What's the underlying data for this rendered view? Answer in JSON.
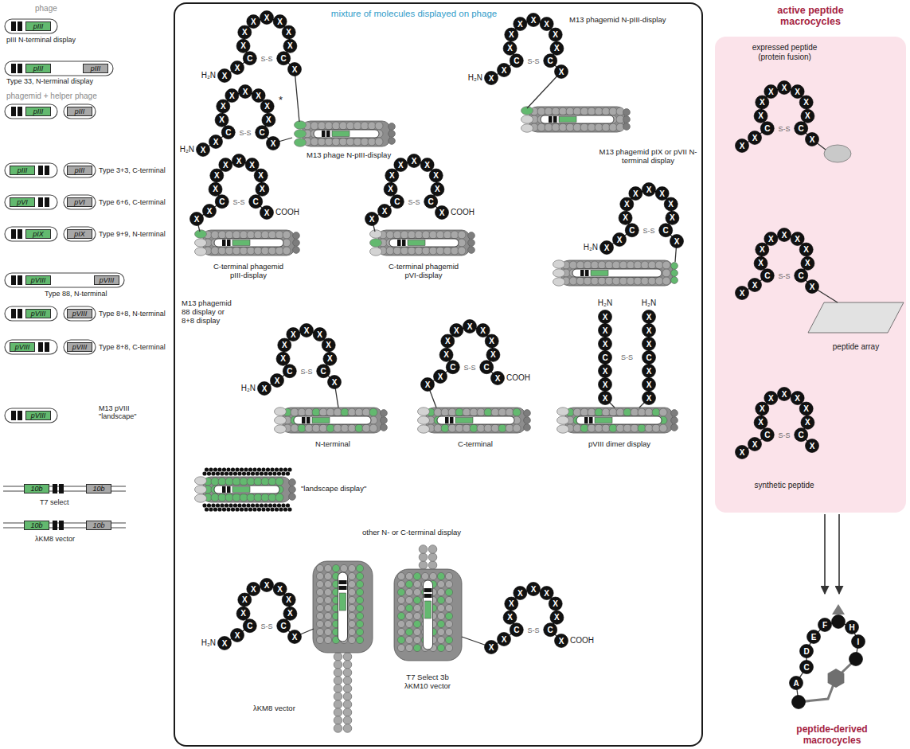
{
  "diagram": {
    "nodes": [
      {
        "text": [
          "pIII"
        ]
      },
      {
        "text": [
          "pIII"
        ]
      },
      {
        "text": [
          "pIII"
        ]
      },
      {
        "text": [
          "pIII"
        ]
      },
      {
        "text": [
          "pIII"
        ]
      },
      {
        "text": [
          "pIII"
        ]
      },
      {
        "text": [
          "pIII"
        ]
      },
      {
        "text": [
          "pVI"
        ]
      },
      {
        "text": [
          "pVI"
        ]
      },
      {
        "text": [
          "pIX"
        ]
      },
      {
        "text": [
          "pIX"
        ]
      },
      {
        "text": [
          "pVIII"
        ]
      },
      {
        "text": [
          "pVIII"
        ]
      },
      {
        "text": [
          "pVIII"
        ]
      },
      {
        "text": [
          "pVIII"
        ]
      },
      {
        "text": [
          "pVIII"
        ]
      },
      {
        "text": [
          "pVIII"
        ]
      },
      {
        "text": [
          "pVIII"
        ]
      },
      {
        "text": [
          "10b"
        ]
      },
      {
        "text": [
          "10b"
        ]
      },
      {
        "text": [
          "10b"
        ]
      },
      {
        "text": [
          "10b"
        ]
      },
      {
        "text": [
          "mixture of molecules displayed on phage"
        ]
      },
      {
        "text": [
          "active peptide macrocycles",
          "expressed peptide (protein fusion)",
          "peptide array",
          "synthetic peptide"
        ]
      },
      {
        "text": [
          "peptide-derived macrocycles"
        ]
      }
    ],
    "edges": [
      {
        "from": 23,
        "to": 24,
        "arrow": "to"
      },
      {
        "from": 23,
        "to": 24,
        "arrow": "to"
      }
    ],
    "labels": [
      "phage",
      "pIII N-terminal display",
      "Type 33, N-terminal display",
      "phagemid + helper phage",
      "Type 3+3, C-terminal",
      "Type 6+6, C-terminal",
      "Type 9+9, N-terminal",
      "Type 88, N-terminal",
      "Type 8+8, N-terminal",
      "Type 8+8, C-terminal",
      "M13 pVIII \"landscape\"",
      "T7 select",
      "λKM8 vector",
      "M13 phage N-pIII-display",
      "*",
      "M13 phagemid N-pIII-display",
      "M13 phagemid pIX or pVII N-terminal display",
      "C-terminal phagemid pIII-display",
      "C-terminal phagemid pVI-display",
      "M13 phagemid 88 display or 8+8 display",
      "N-terminal",
      "C-terminal",
      "pVIII dimer display",
      "\"landscape display\"",
      "other N- or C-terminal display",
      "λKM8 vector",
      "T7 Select 3b λKM10 vector",
      "H₂N",
      "X",
      "X",
      "C",
      "X",
      "X",
      "X",
      "X",
      "X",
      "X",
      "X",
      "C",
      "X",
      "S-S",
      "H₂N",
      "X",
      "X",
      "C",
      "X",
      "X",
      "X",
      "X",
      "X",
      "X",
      "X",
      "C",
      "X",
      "S-S",
      "H₂N",
      "X",
      "X",
      "C",
      "X",
      "X",
      "X",
      "X",
      "X",
      "X",
      "X",
      "C",
      "X",
      "S-S",
      "X",
      "X",
      "C",
      "X",
      "X",
      "X",
      "X",
      "X",
      "X",
      "X",
      "C",
      "X",
      "S-S",
      "COOH",
      "X",
      "X",
      "C",
      "X",
      "X",
      "X",
      "X",
      "X",
      "X",
      "X",
      "C",
      "X",
      "S-S",
      "COOH",
      "H₂N",
      "X",
      "X",
      "C",
      "X",
      "X",
      "X",
      "X",
      "X",
      "X",
      "X",
      "C",
      "X",
      "S-S",
      "H₂N",
      "X",
      "X",
      "C",
      "X",
      "X",
      "X",
      "X",
      "X",
      "X",
      "X",
      "C",
      "X",
      "S-S",
      "X",
      "X",
      "C",
      "X",
      "X",
      "X",
      "X",
      "X",
      "X",
      "X",
      "C",
      "X",
      "S-S",
      "COOH",
      "H₂N",
      "H₂N",
      "X",
      "X",
      "X",
      "C",
      "X",
      "X",
      "X",
      "X",
      "X",
      "X",
      "C",
      "X",
      "X",
      "X",
      "S-S",
      "H₂N",
      "X",
      "X",
      "C",
      "X",
      "X",
      "X",
      "X",
      "X",
      "X",
      "X",
      "C",
      "X",
      "S-S",
      "X",
      "X",
      "C",
      "X",
      "X",
      "X",
      "X",
      "X",
      "X",
      "X",
      "C",
      "X",
      "S-S",
      "COOH",
      "X",
      "X",
      "C",
      "X",
      "X",
      "X",
      "X",
      "X",
      "X",
      "X",
      "C",
      "X",
      "S-S",
      "X",
      "X",
      "C",
      "X",
      "X",
      "X",
      "X",
      "X",
      "X",
      "X",
      "C",
      "X",
      "S-S",
      "X",
      "X",
      "C",
      "X",
      "X",
      "X",
      "X",
      "X",
      "X",
      "X",
      "C",
      "X",
      "S-S",
      "A",
      "C",
      "D",
      "E",
      "F",
      "H",
      "I"
    ]
  }
}
